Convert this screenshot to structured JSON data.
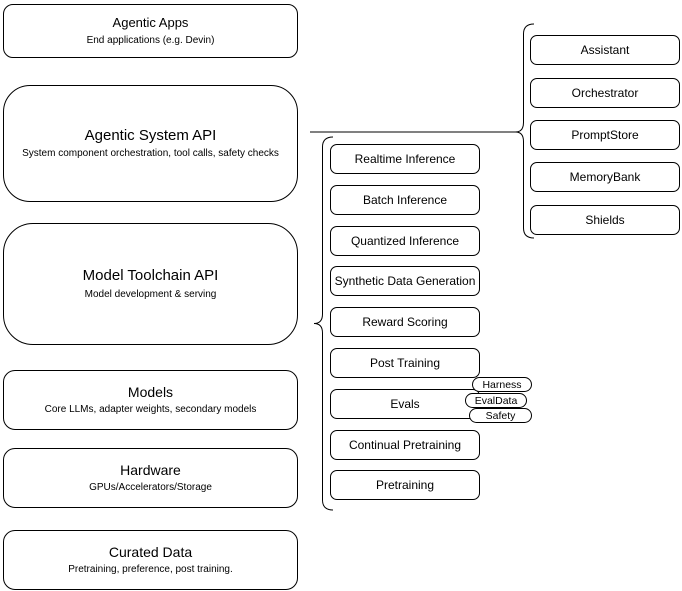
{
  "diagram": {
    "background_color": "#ffffff",
    "stroke_color": "#000000",
    "text_color": "#000000",
    "stack": [
      {
        "title": "Agentic Apps",
        "subtitle": "End applications (e.g. Devin)"
      },
      {
        "title": "Agentic System API",
        "subtitle": "System component orchestration, tool calls, safety checks"
      },
      {
        "title": "Model Toolchain API",
        "subtitle": "Model development & serving"
      },
      {
        "title": "Models",
        "subtitle": "Core LLMs, adapter weights, secondary models"
      },
      {
        "title": "Hardware",
        "subtitle": "GPUs/Accelerators/Storage"
      },
      {
        "title": "Curated Data",
        "subtitle": "Pretraining, preference, post training."
      }
    ],
    "toolchain_items": [
      "Realtime Inference",
      "Batch Inference",
      "Quantized Inference",
      "Synthetic Data Generation",
      "Reward Scoring",
      "Post Training",
      "Evals",
      "Continual Pretraining",
      "Pretraining"
    ],
    "eval_tags": [
      "Harness",
      "EvalData",
      "Safety"
    ],
    "system_components": [
      "Assistant",
      "Orchestrator",
      "PromptStore",
      "MemoryBank",
      "Shields"
    ]
  }
}
